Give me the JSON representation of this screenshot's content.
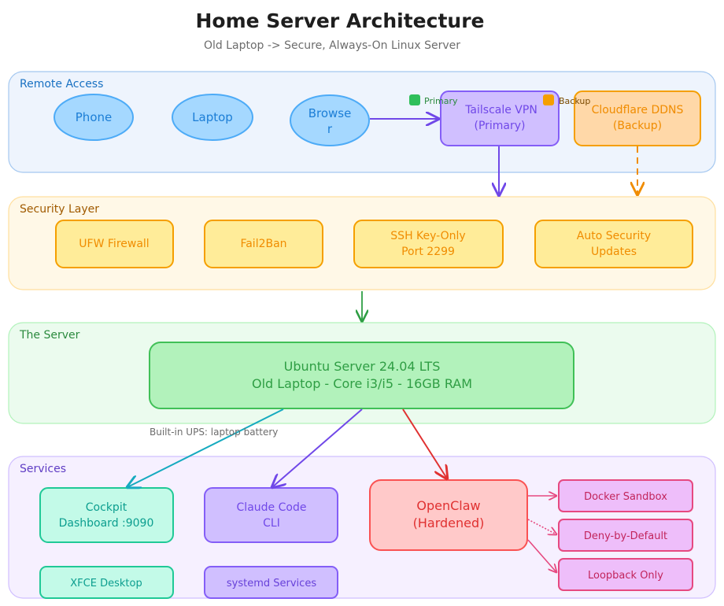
{
  "header": {
    "title": "Home Server Architecture",
    "subtitle": "Old Laptop -> Secure, Always-On Linux Server"
  },
  "groups": {
    "remote_access": {
      "label": "Remote Access",
      "nodes": {
        "phone": "Phone",
        "laptop": "Laptop",
        "browser_line1": "Browse",
        "browser_line2": "r",
        "tailscale_line1": "Tailscale VPN",
        "tailscale_line2": "(Primary)",
        "cloudflare_line1": "Cloudflare DDNS",
        "cloudflare_line2": "(Backup)"
      },
      "legend": {
        "primary": "Primary",
        "backup": "Backup"
      }
    },
    "security": {
      "label": "Security Layer",
      "nodes": {
        "ufw": "UFW Firewall",
        "fail2ban": "Fail2Ban",
        "ssh_line1": "SSH Key-Only",
        "ssh_line2": "Port 2299",
        "updates_line1": "Auto Security",
        "updates_line2": "Updates"
      }
    },
    "server": {
      "label": "The Server",
      "nodes": {
        "ubuntu_line1": "Ubuntu Server 24.04 LTS",
        "ubuntu_line2": "Old Laptop  -  Core i3/i5  -  16GB RAM"
      },
      "note": "Built-in UPS: laptop battery"
    },
    "services": {
      "label": "Services",
      "nodes": {
        "cockpit_line1": "Cockpit",
        "cockpit_line2": "Dashboard :9090",
        "claude_line1": "Claude Code",
        "claude_line2": "CLI",
        "openclaw_line1": "OpenClaw",
        "openclaw_line2": "(Hardened)",
        "xfce": "XFCE Desktop",
        "systemd": "systemd Services",
        "docker": "Docker Sandbox",
        "deny": "Deny-by-Default",
        "loopback": "Loopback Only"
      }
    }
  },
  "colors": {
    "blue": "#1971c2",
    "violet": "#7c3aed",
    "orange": "#f59f00",
    "green": "#2f9e44",
    "teal": "#0c9e8f",
    "red": "#e03131",
    "pink": "#c2255c"
  }
}
